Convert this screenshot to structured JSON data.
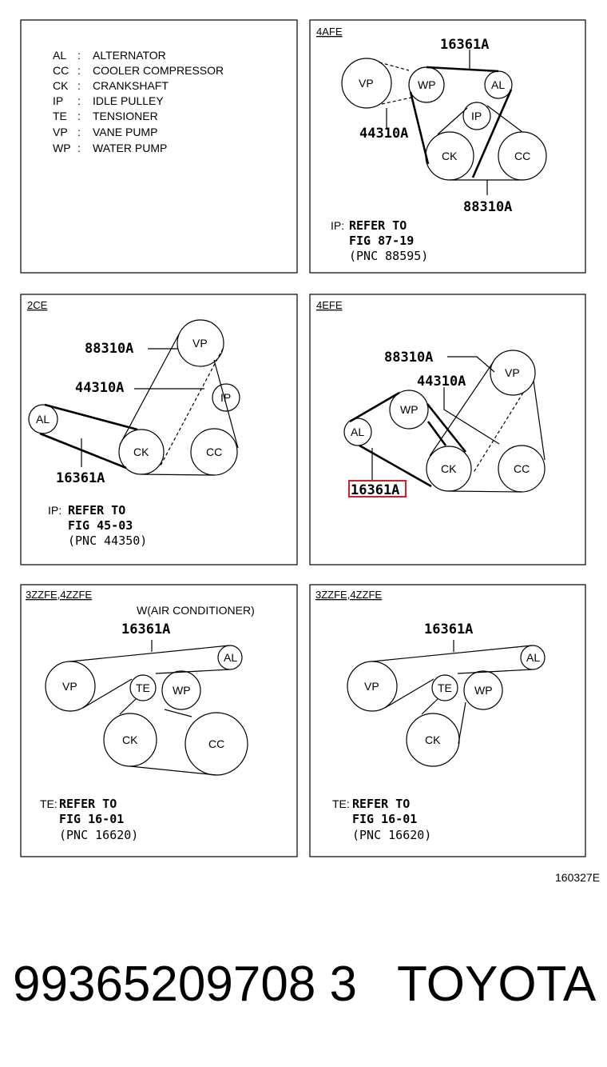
{
  "legend": [
    {
      "code": "AL",
      "sep": ":",
      "name": "ALTERNATOR"
    },
    {
      "code": "CC",
      "sep": ":",
      "name": "COOLER COMPRESSOR"
    },
    {
      "code": "CK",
      "sep": ":",
      "name": "CRANKSHAFT"
    },
    {
      "code": "IP",
      "sep": ":",
      "name": "IDLE PULLEY"
    },
    {
      "code": "TE",
      "sep": ":",
      "name": "TENSIONER"
    },
    {
      "code": "VP",
      "sep": ":",
      "name": "VANE PUMP"
    },
    {
      "code": "WP",
      "sep": ":",
      "name": "WATER PUMP"
    }
  ],
  "panels": {
    "p4afe": {
      "engine": "4AFE",
      "pulleys": {
        "vp": "VP",
        "wp": "WP",
        "al": "AL",
        "ip": "IP",
        "ck": "CK",
        "cc": "CC"
      },
      "parts": {
        "a": "16361A",
        "b": "44310A",
        "c": "88310A"
      },
      "note": {
        "prefix": "IP:",
        "line1": "REFER TO",
        "line2": "FIG 87-19",
        "line3": "(PNC 88595)"
      }
    },
    "p2ce": {
      "engine": "2CE",
      "pulleys": {
        "vp": "VP",
        "ip": "IP",
        "al": "AL",
        "ck": "CK",
        "cc": "CC"
      },
      "parts": {
        "a": "88310A",
        "b": "44310A",
        "c": "16361A"
      },
      "note": {
        "prefix": "IP:",
        "line1": "REFER TO",
        "line2": "FIG 45-03",
        "line3": "(PNC 44350)"
      }
    },
    "p4efe": {
      "engine": "4EFE",
      "pulleys": {
        "vp": "VP",
        "wp": "WP",
        "al": "AL",
        "ck": "CK",
        "cc": "CC"
      },
      "parts": {
        "a": "88310A",
        "b": "44310A",
        "c": "16361A"
      }
    },
    "p3zzac": {
      "engine": "3ZZFE,4ZZFE",
      "subtitle": "W(AIR CONDITIONER)",
      "pulleys": {
        "al": "AL",
        "vp": "VP",
        "te": "TE",
        "wp": "WP",
        "ck": "CK",
        "cc": "CC"
      },
      "parts": {
        "a": "16361A"
      },
      "note": {
        "prefix": "TE:",
        "line1": "REFER TO",
        "line2": "FIG 16-01",
        "line3": "(PNC 16620)"
      }
    },
    "p3zz": {
      "engine": "3ZZFE,4ZZFE",
      "pulleys": {
        "al": "AL",
        "vp": "VP",
        "te": "TE",
        "wp": "WP",
        "ck": "CK"
      },
      "parts": {
        "a": "16361A"
      },
      "note": {
        "prefix": "TE:",
        "line1": "REFER TO",
        "line2": "FIG 16-01",
        "line3": "(PNC 16620)"
      }
    }
  },
  "highlight_color": "#d62020",
  "illustration_code": "160327E",
  "part_number": "99365209708 3",
  "brand": "TOYOTA"
}
